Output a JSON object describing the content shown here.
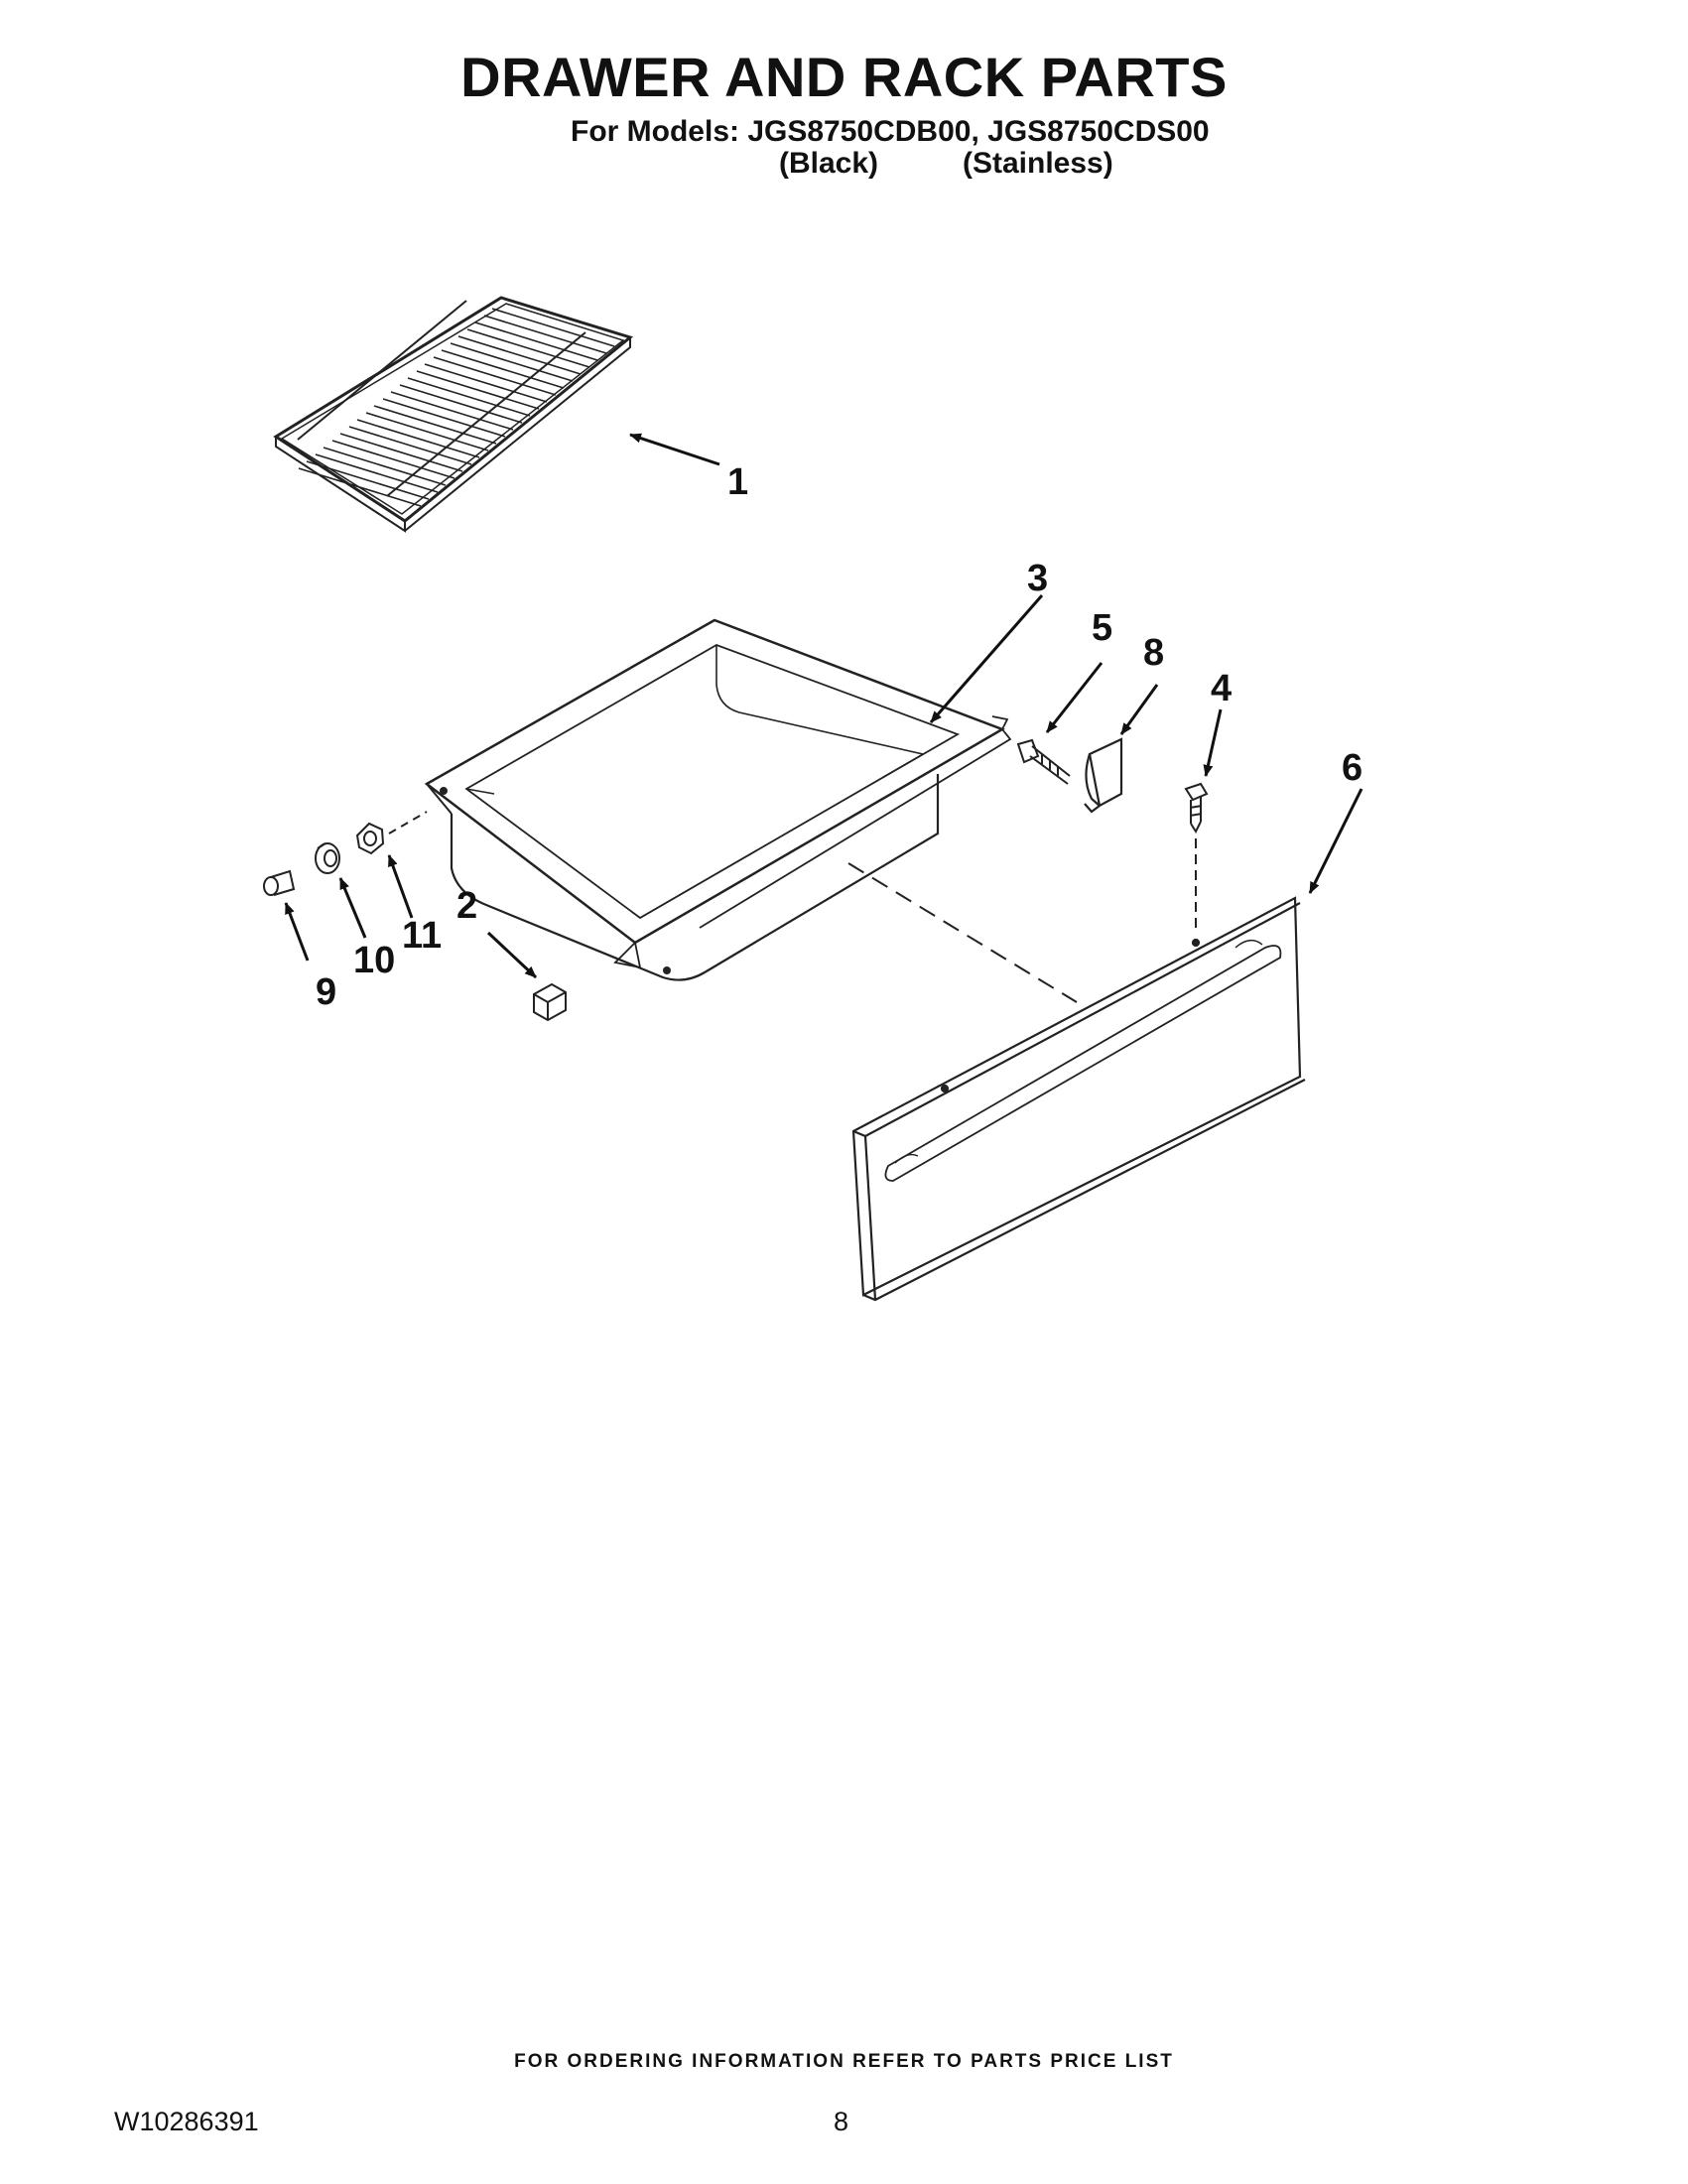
{
  "header": {
    "title": "DRAWER AND RACK PARTS",
    "models_line": "For Models: JGS8750CDB00, JGS8750CDS00",
    "variant_black": "(Black)",
    "variant_stainless": "(Stainless)"
  },
  "callouts": {
    "c1": "1",
    "c2": "2",
    "c3": "3",
    "c4": "4",
    "c5": "5",
    "c6": "6",
    "c8": "8",
    "c9": "9",
    "c10": "10",
    "c11": "11"
  },
  "footer": {
    "note": "FOR ORDERING INFORMATION REFER TO PARTS PRICE LIST",
    "doc_number": "W10286391",
    "page_number": "8"
  }
}
